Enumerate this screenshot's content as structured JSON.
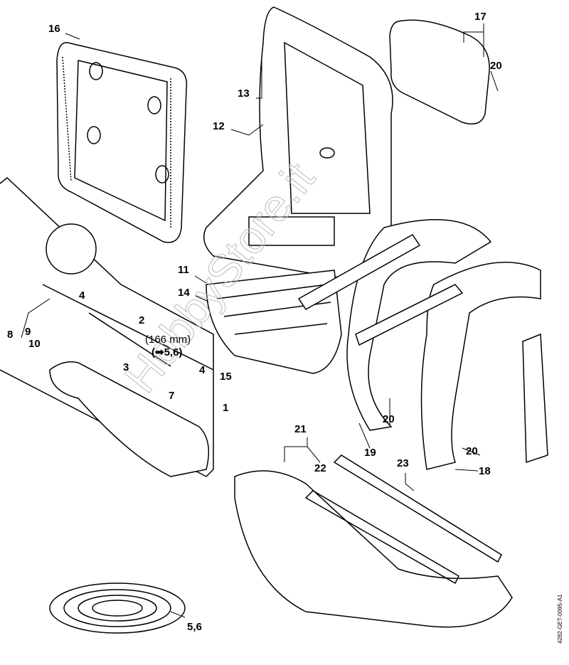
{
  "diagram": {
    "labels": {
      "l16": "16",
      "l17": "17",
      "l20a": "20",
      "l13": "13",
      "l12": "12",
      "l11": "11",
      "l14": "14",
      "l4a": "4",
      "l2": "2",
      "l8": "8",
      "l9": "9",
      "l10": "10",
      "length_note": "(166 mm)",
      "ref_note": "(➡5,6)",
      "l3": "3",
      "l4b": "4",
      "l15": "15",
      "l7": "7",
      "l1": "1",
      "l20b": "20",
      "l19": "19",
      "l21": "21",
      "l22": "22",
      "l23": "23",
      "l20c": "20",
      "l18": "18",
      "l56": "5,6"
    },
    "drawing_code": "4282-GET-0095-A1",
    "watermark": "HobbyStore.it"
  }
}
